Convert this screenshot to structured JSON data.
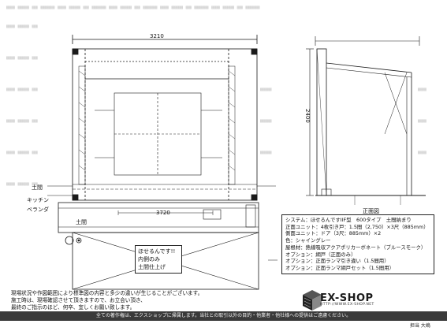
{
  "plan": {
    "dim_width": "3210",
    "dim_bottom": "3720",
    "label_left_top": "土間",
    "label_left_mid": "キッチン",
    "label_left_low": "ベランダ",
    "label_base": "土間"
  },
  "elevation": {
    "dim_height": "2400",
    "caption": "正面図"
  },
  "callout": {
    "lines": [
      "ほせるんです!!",
      "内側のみ",
      "土間仕上げ"
    ]
  },
  "spec": {
    "lines": [
      "システム：ほせるんですIIF型　600タイプ　土間納まり",
      "正面ユニット：4枚引き戸：1.5間（2,750）×3尺（885mm）",
      "側面ユニット：ドア（3尺：885mm）×2",
      "色：シャイングレー",
      "屋根材：熱線吸収アクアポリカーボネート（ブルースモーク）",
      "オプション：網戸（正面のみ）",
      "オプション：正面ランマ引き違い（1.5間用）",
      "オプション：正面ランマ網戸セット（1.5間用）"
    ]
  },
  "notes": {
    "lines": [
      "現場状況や作図範囲により標準図の内容と多少の違いが生じることがございます。",
      "施工時は、現場確認させて頂きますので、お立会い頂き、",
      "最終のご指示のほど、何卒、宜しくお願い致します。"
    ]
  },
  "footer": {
    "text": "全ての著作権は、エクスショップに帰属します。当社との取引以外の目的・他業者・他社様への提供はご遠慮ください。"
  },
  "logo": {
    "name": "EX-SHOP",
    "url": "HTTP://WWW.EX-SHOP.NET",
    "corner": "担当 大嶋"
  },
  "colors": {
    "line": "#1a1a1a",
    "footer_bg": "#3a3a3a",
    "watermark": "#cfcfcf"
  }
}
